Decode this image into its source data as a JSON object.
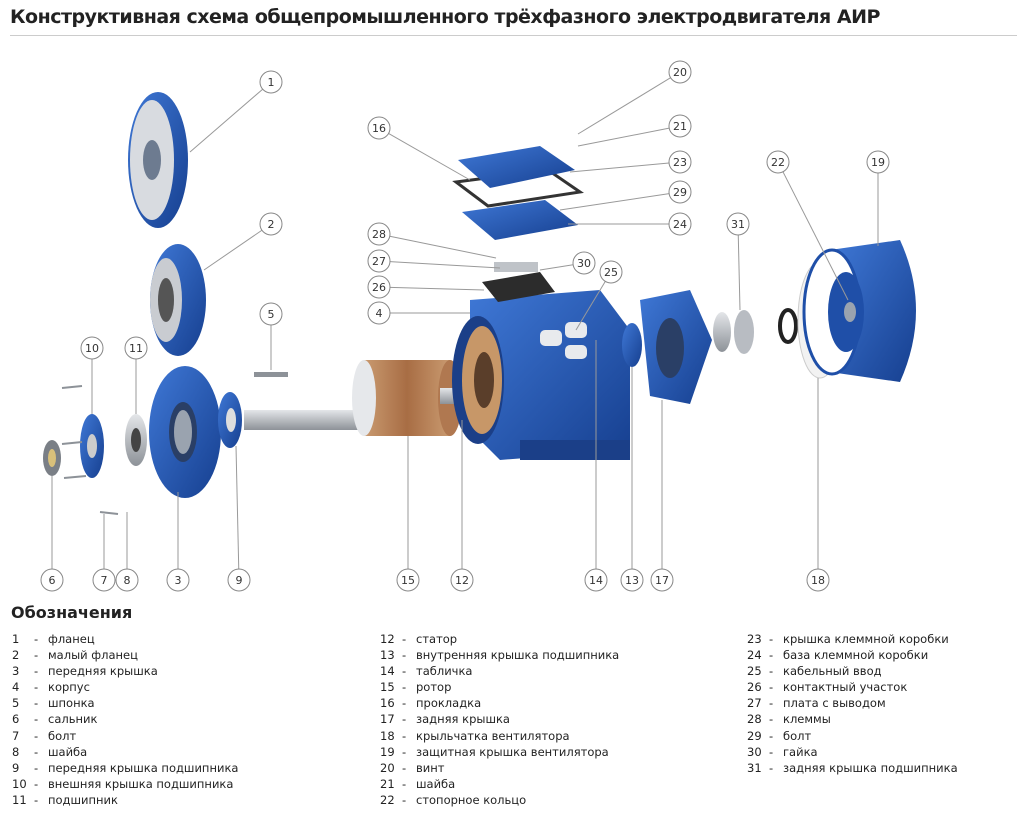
{
  "title": "Конструктивная схема общепромышленного трёхфазного электродвигателя АИР",
  "legend_title": "Обозначения",
  "separator": "-",
  "legend": [
    [
      {
        "n": "1",
        "label": "фланец"
      },
      {
        "n": "2",
        "label": "малый фланец"
      },
      {
        "n": "3",
        "label": "передняя крышка"
      },
      {
        "n": "4",
        "label": "корпус"
      },
      {
        "n": "5",
        "label": "шпонка"
      },
      {
        "n": "6",
        "label": "сальник"
      },
      {
        "n": "7",
        "label": "болт"
      },
      {
        "n": "8",
        "label": "шайба"
      },
      {
        "n": "9",
        "label": "передняя крышка подшипника"
      },
      {
        "n": "10",
        "label": "внешняя крышка подшипника"
      },
      {
        "n": "11",
        "label": "подшипник"
      }
    ],
    [
      {
        "n": "12",
        "label": "статор"
      },
      {
        "n": "13",
        "label": "внутренняя крышка подшипника"
      },
      {
        "n": "14",
        "label": "табличка"
      },
      {
        "n": "15",
        "label": "ротор"
      },
      {
        "n": "16",
        "label": "прокладка"
      },
      {
        "n": "17",
        "label": "задняя крышка"
      },
      {
        "n": "18",
        "label": "крыльчатка вентилятора"
      },
      {
        "n": "19",
        "label": "защитная крышка вентилятора"
      },
      {
        "n": "20",
        "label": "винт"
      },
      {
        "n": "21",
        "label": "шайба"
      },
      {
        "n": "22",
        "label": "стопорное кольцо"
      }
    ],
    [
      {
        "n": "23",
        "label": "крышка клеммной коробки"
      },
      {
        "n": "24",
        "label": "база клеммной коробки"
      },
      {
        "n": "25",
        "label": "кабельный ввод"
      },
      {
        "n": "26",
        "label": "контактный участок"
      },
      {
        "n": "27",
        "label": "плата с выводом"
      },
      {
        "n": "28",
        "label": "клеммы"
      },
      {
        "n": "29",
        "label": "болт"
      },
      {
        "n": "30",
        "label": "гайка"
      },
      {
        "n": "31",
        "label": "задняя крышка подшипника"
      }
    ]
  ],
  "callouts": [
    "1",
    "2",
    "3",
    "4",
    "5",
    "6",
    "7",
    "8",
    "9",
    "10",
    "11",
    "12",
    "13",
    "14",
    "15",
    "16",
    "17",
    "18",
    "19",
    "20",
    "21",
    "22",
    "23",
    "24",
    "25",
    "26",
    "27",
    "28",
    "29",
    "30",
    "31"
  ],
  "colors": {
    "blue": "#1f4fa8",
    "blue_light": "#3d74d0",
    "copper": "#b07850",
    "steel": "#b8bcc2",
    "callout": "#888888"
  }
}
